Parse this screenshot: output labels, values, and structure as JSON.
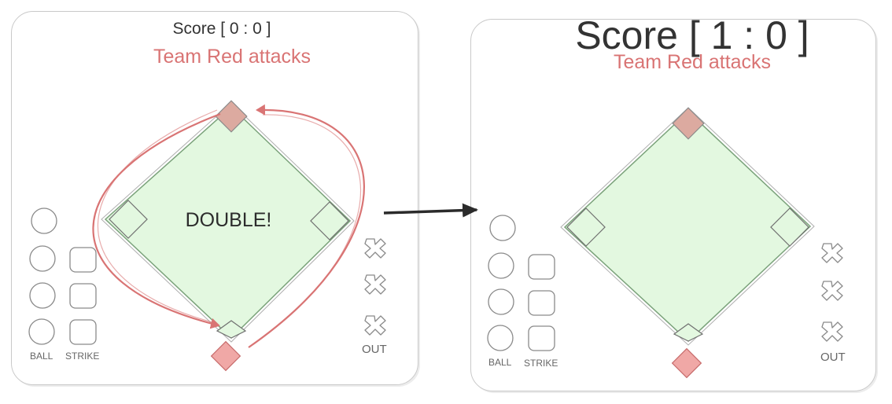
{
  "before": {
    "score": "Score [ 0 : 0 ]",
    "team_status": "Team Red attacks",
    "play_result": "DOUBLE!",
    "ball_label": "BALL",
    "strike_label": "STRIKE",
    "out_label": "OUT"
  },
  "after": {
    "score": "Score [ 1 : 0 ]",
    "team_status": "Team Red attacks",
    "ball_label": "BALL",
    "strike_label": "STRIKE",
    "out_label": "OUT"
  },
  "colors": {
    "team_red": "#d97474",
    "field_fill": "#e3f8e0",
    "field_stroke": "#7aa27a",
    "runner_fill": "#f0a8a6",
    "base_fill": "#dcbfb0"
  }
}
